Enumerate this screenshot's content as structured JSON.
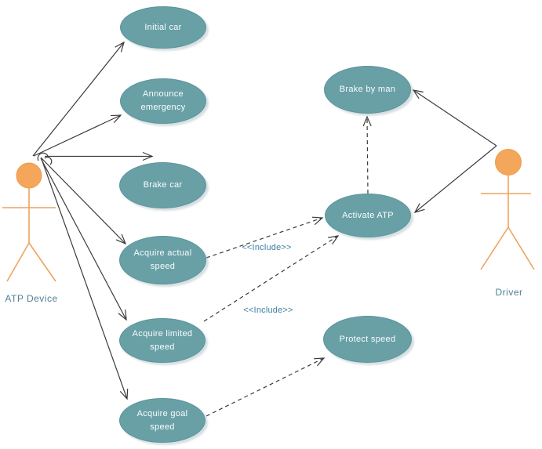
{
  "diagram": {
    "kind": "uml-use-case-diagram",
    "background": "#ffffff"
  },
  "actors": {
    "atp_device": {
      "label": "ATP Device"
    },
    "driver": {
      "label": "Driver"
    }
  },
  "use_cases": {
    "initial_car": {
      "label": "Initial car"
    },
    "announce_emergency": {
      "label": "Announce emergency"
    },
    "brake_car": {
      "label": "Brake car"
    },
    "acquire_actual_speed": {
      "label": "Acquire actual speed"
    },
    "acquire_limited_speed": {
      "label": "Acquire limited speed"
    },
    "acquire_goal_speed": {
      "label": "Acquire goal speed"
    },
    "brake_by_man": {
      "label": "Brake by man"
    },
    "activate_atp": {
      "label": "Activate ATP"
    },
    "protect_speed": {
      "label": "Protect speed"
    }
  },
  "relationships": [
    {
      "from": "ATP Device",
      "to": "Initial car",
      "type": "association",
      "label": ""
    },
    {
      "from": "ATP Device",
      "to": "Announce emergency",
      "type": "association",
      "label": ""
    },
    {
      "from": "ATP Device",
      "to": "Brake car",
      "type": "association",
      "label": ""
    },
    {
      "from": "ATP Device",
      "to": "Acquire actual speed",
      "type": "association",
      "label": ""
    },
    {
      "from": "ATP Device",
      "to": "Acquire limited speed",
      "type": "association",
      "label": ""
    },
    {
      "from": "ATP Device",
      "to": "Acquire goal speed",
      "type": "association",
      "label": ""
    },
    {
      "from": "Driver",
      "to": "Brake by man",
      "type": "association",
      "label": ""
    },
    {
      "from": "Driver",
      "to": "Activate ATP",
      "type": "association",
      "label": ""
    },
    {
      "from": "Acquire actual speed",
      "to": "Activate ATP",
      "type": "include",
      "label": "<<Include>>"
    },
    {
      "from": "Acquire limited speed",
      "to": "Activate ATP",
      "type": "include",
      "label": "<<Include>>"
    },
    {
      "from": "Acquire goal speed",
      "to": "Protect speed",
      "type": "dependency",
      "label": ""
    },
    {
      "from": "Activate ATP",
      "to": "Brake by man",
      "type": "dependency",
      "label": ""
    }
  ],
  "colors": {
    "usecase_fill": "#68A0A6",
    "usecase_border": "#5B959C",
    "usecase_text": "#FBFDFD",
    "actor_fill": "#F4A65A",
    "actor_stroke": "#EE9D4B",
    "connector": "#3B3B3B",
    "actor_label_text": "#4F8095",
    "include_label_text": "#3C80A2"
  }
}
